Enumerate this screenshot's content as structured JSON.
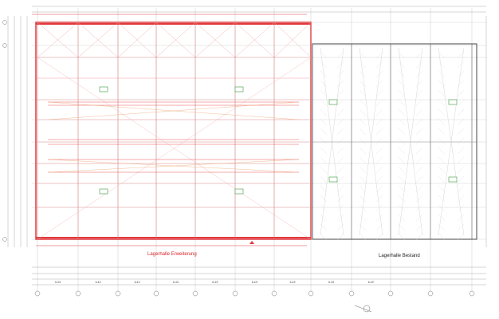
{
  "halls": {
    "extension": {
      "label": "Lagerhalle Erweiterung",
      "color": "#e0393e"
    },
    "existing": {
      "label": "Lagerhalle Bestand",
      "color": "#555555"
    }
  },
  "bottom_dimensions": [
    "6.43",
    "6.43",
    "6.43",
    "6.43",
    "6.43'",
    "6.43'",
    "6.43",
    "6.43",
    "6.43'"
  ],
  "colors": {
    "line": "#9a9a9a",
    "accent_red": "#e0393e",
    "marker_green": "#3a9a3a"
  }
}
